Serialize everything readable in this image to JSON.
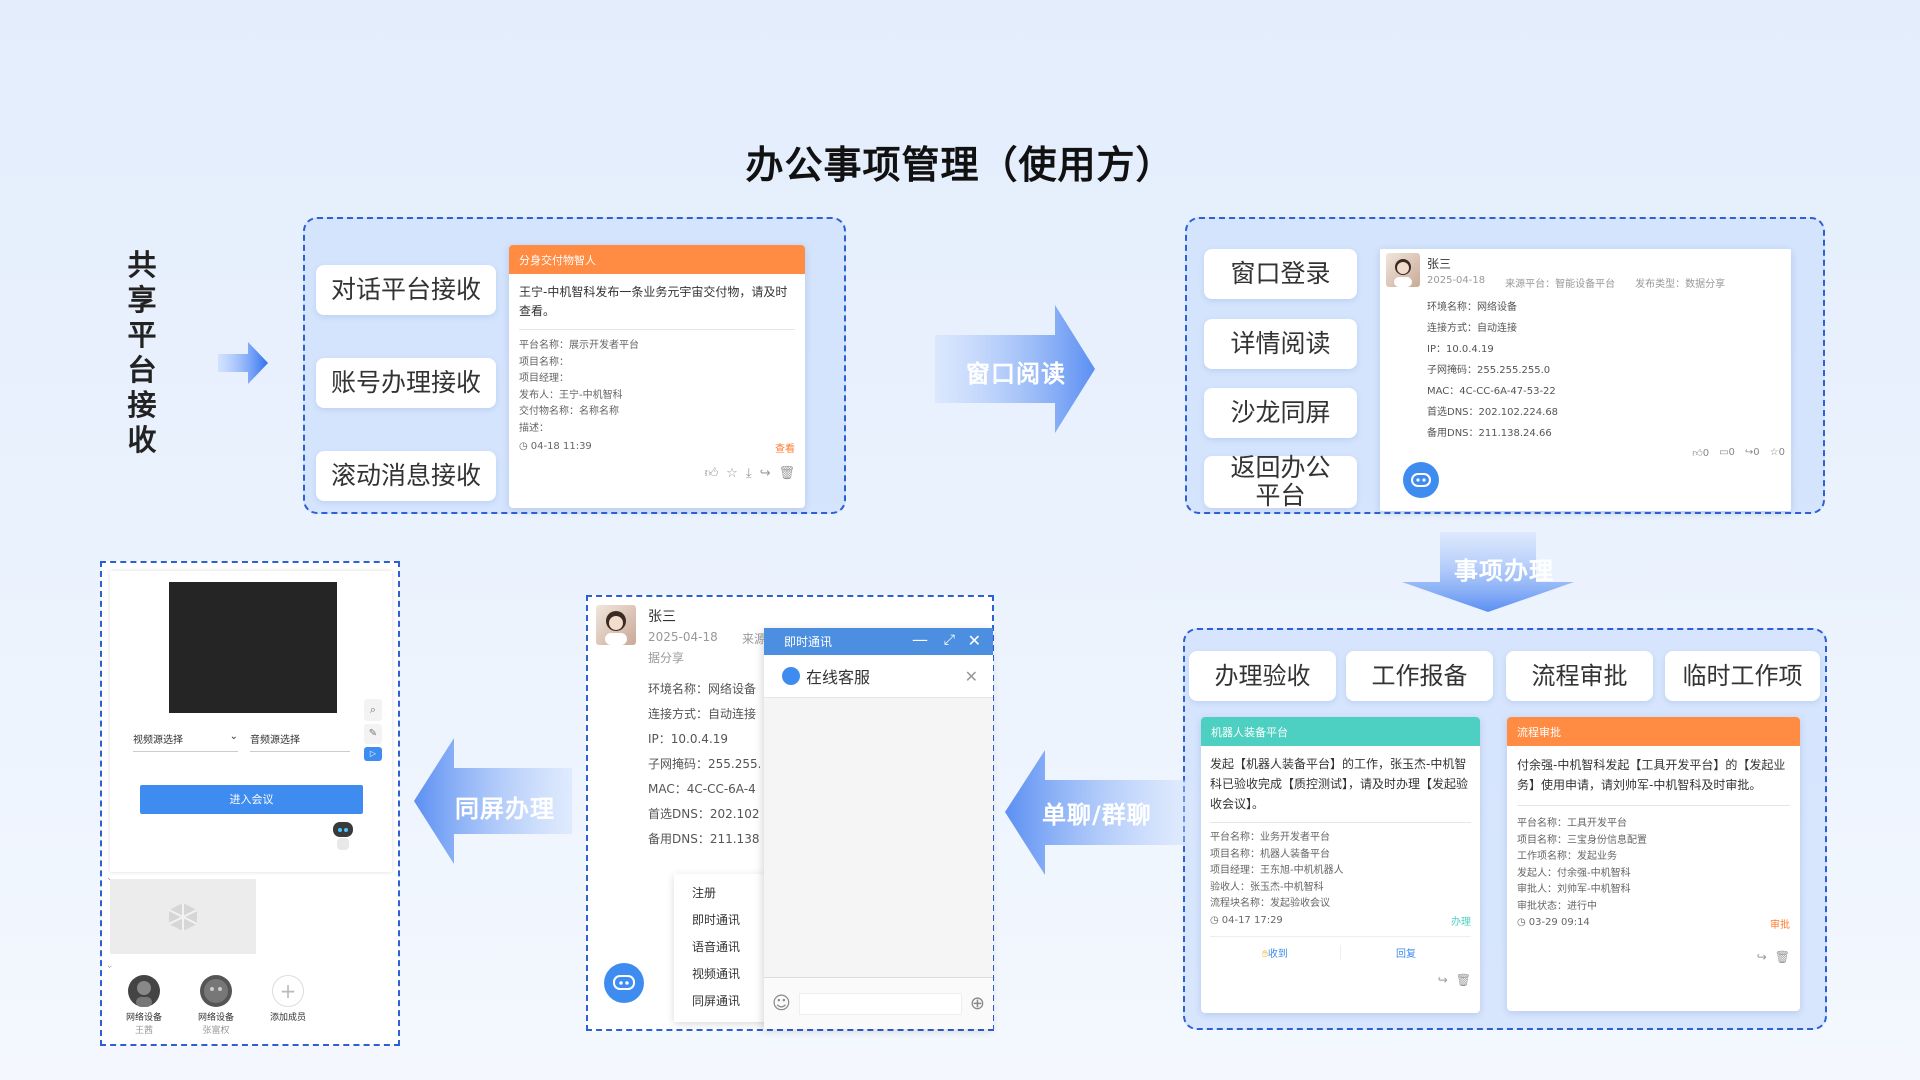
{
  "title": "办公事项管理（使用方）",
  "side_label": "共享平台接收",
  "arrows": {
    "window_read": "窗口阅读",
    "item_handle": "事项办理",
    "chat": "单聊/群聊",
    "screen_share": "同屏办理"
  },
  "panel1": {
    "buttons": [
      "对话平台接收",
      "账号办理接收",
      "滚动消息接收"
    ],
    "card": {
      "header": "分身交付物智人",
      "message": "王宁-中机智科发布一条业务元宇宙交付物，请及时查看。",
      "fields": [
        "平台名称：展示开发者平台",
        "项目名称：",
        "项目经理：",
        "发布人：王宁-中机智科",
        "交付物名称：名称名称",
        "描述："
      ],
      "time": "04-18 11:39",
      "view": "查看"
    }
  },
  "panel2": {
    "buttons": [
      "窗口登录",
      "详情阅读",
      "沙龙同屏",
      "返回办公平台"
    ],
    "card": {
      "name": "张三",
      "meta": [
        "2025-04-18",
        "来源平台：智能设备平台",
        "发布类型：数据分享"
      ],
      "fields": [
        "环境名称：网络设备",
        "连接方式：自动连接",
        "IP：10.0.4.19",
        "子网掩码：255.255.255.0",
        "MAC：4C-CC-6A-47-53-22",
        "首选DNS：202.102.224.68",
        "备用DNS：211.138.24.66"
      ],
      "stats": [
        "0",
        "0",
        "0",
        "0"
      ]
    }
  },
  "panel3": {
    "tabs": [
      "办理验收",
      "工作报备",
      "流程审批",
      "临时工作项"
    ],
    "card1": {
      "header": "机器人装备平台",
      "message": "发起【机器人装备平台】的工作，张玉杰-中机智科已验收完成【质控测试】，请及时办理【发起验收会议】。",
      "fields": [
        "平台名称：业务开发者平台",
        "项目名称：机器人装备平台",
        "项目经理：王东旭-中机机器人",
        "验收人：张玉杰-中机智科",
        "流程块名称：发起验收会议"
      ],
      "time": "04-17 17:29",
      "status": "办理",
      "actions": [
        "收到",
        "回复"
      ]
    },
    "card2": {
      "header": "流程审批",
      "message": "付余强-中机智科发起【工具开发平台】的【发起业务】使用申请，请刘帅军-中机智科及时审批。",
      "fields": [
        "平台名称：工具开发平台",
        "项目名称：三宝身份信息配置",
        "工作项名称：发起业务",
        "发起人：付余强-中机智科",
        "审批人：刘帅军-中机智科",
        "审批状态：进行中"
      ],
      "time": "03-29 09:14",
      "status": "审批"
    }
  },
  "panel4": {
    "profile": {
      "name": "张三",
      "date": "2025-04-18",
      "source_cut": "来源",
      "meta2": "据分享",
      "fields": [
        "环境名称：网络设备",
        "连接方式：自动连接",
        "IP：10.0.4.19",
        "子网掩码：255.255.2",
        "MAC：4C-CC-6A-4",
        "首选DNS：202.102.",
        "备用DNS：211.138."
      ]
    },
    "menu": [
      "注册",
      "即时通讯",
      "语音通讯",
      "视频通讯",
      "同屏通讯"
    ],
    "chat": {
      "title": "即时通讯",
      "service": "在线客服"
    }
  },
  "panel5": {
    "video_source": "视频源选择",
    "audio_source": "音频源选择",
    "enter": "进入会议",
    "members": [
      {
        "label": "网络设备",
        "name": "王茜"
      },
      {
        "label": "网络设备",
        "name": "张富权"
      }
    ],
    "add_member": "添加成员"
  },
  "colors": {
    "accent_blue": "#2d5fd6",
    "orange": "#ff8c42",
    "teal": "#4dd0c1",
    "button_blue": "#3f8cf0"
  }
}
